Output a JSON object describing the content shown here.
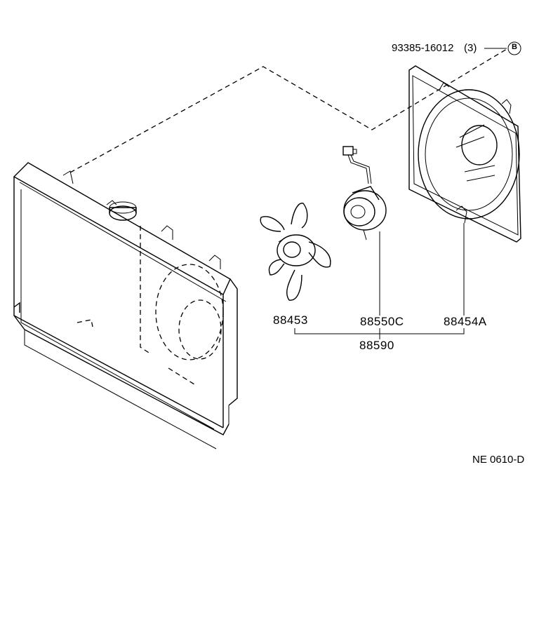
{
  "callouts": {
    "bolt": "93385-16012",
    "bolt_qty": "(3)",
    "bolt_marker": "B",
    "fan": "88453",
    "motor": "88550C",
    "shroud": "88454A",
    "assembly": "88590",
    "diagram_code": "NE 0610-D"
  }
}
